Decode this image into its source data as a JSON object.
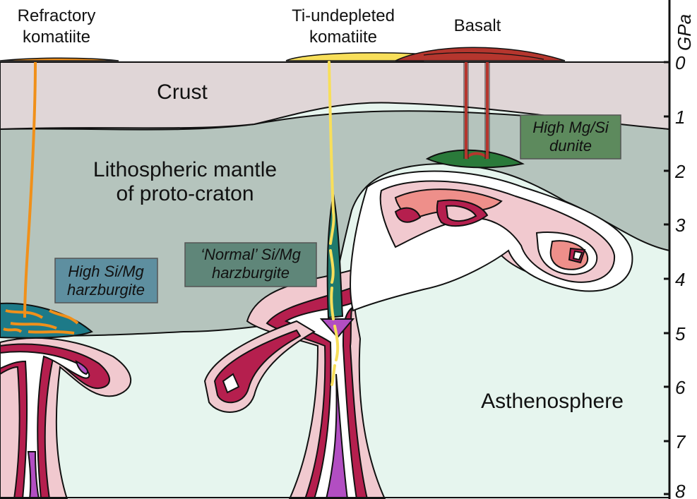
{
  "labels": {
    "refractory_komatiite": [
      "Refractory",
      "komatiite"
    ],
    "ti_undepleted_komatiite": [
      "Ti-undepleted",
      "komatiite"
    ],
    "basalt": "Basalt",
    "crust": "Crust",
    "lithospheric_mantle": [
      "Lithospheric mantle",
      "of proto-craton"
    ],
    "asthenosphere": "Asthenosphere",
    "high_si_mg_harzburgite": [
      "High Si/Mg",
      "harzburgite"
    ],
    "normal_si_mg_harzburgite": [
      "‘Normal’ Si/Mg",
      "harzburgite"
    ],
    "high_mg_si_dunite": [
      "High Mg/Si",
      "dunite"
    ]
  },
  "axis": {
    "unit": "GPa",
    "ticks": [
      "0",
      "1",
      "2",
      "3",
      "4",
      "5",
      "6",
      "7",
      "8"
    ]
  },
  "colors": {
    "crust": "#e0d6d7",
    "lithosphere": "#b5c4bd",
    "asthenosphere": "#e6f5ee",
    "refractory_komatiite": "#f0901a",
    "ti_undepleted_komatiite": "#f8df5a",
    "basalt": "#b5362e",
    "plume_crimson": "#b51f4e",
    "plume_pink": "#f1c9cf",
    "plume_salmon": "#ee8f8a",
    "plume_core": "#b24ec2",
    "high_si_mg_box": "#5e8fa0",
    "normal_si_mg_box": "#5f8679",
    "high_mg_si_box": "#5d8a5d",
    "dunite_cap": "#2a7a3a",
    "harzburgite_conduit": "#1f7a6d"
  }
}
